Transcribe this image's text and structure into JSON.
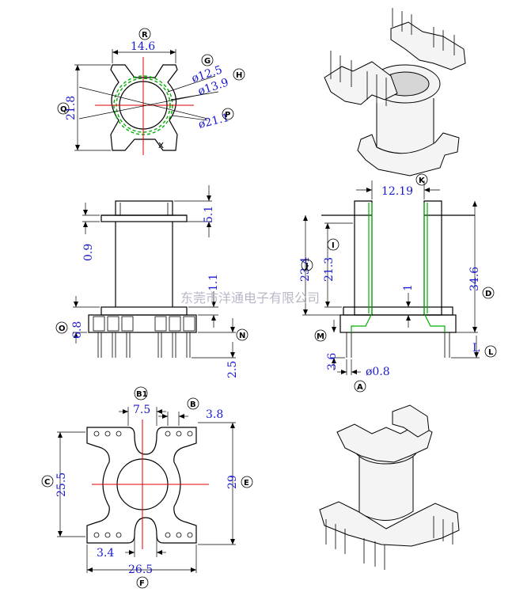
{
  "top_view": {
    "width_dim": "14.6",
    "height_dim": "21.8",
    "dia_g": "ø12.5",
    "dia_h": "ø13.9",
    "dia_p": "ø21.1",
    "x_mark": "x",
    "labels": {
      "r": "R",
      "q": "Q",
      "g": "G",
      "h": "H",
      "p": "P"
    }
  },
  "side_view": {
    "dim_top": "5.1",
    "dim_flange": "0.9",
    "dim_step": "1.1",
    "dim_base": "6.8",
    "dim_pin": "2.5",
    "labels": {
      "o": "O",
      "n": "N"
    }
  },
  "section_view": {
    "dim_inner_width": "12.19",
    "dim_winding": "23.4",
    "dim_window": "21.3",
    "dim_total": "34.6",
    "dim_base_step": "1",
    "dim_pin_len": "3.6",
    "dim_pin_dia": "ø0.8",
    "dim_l": "L",
    "labels": {
      "k": "K",
      "i": "I",
      "j": "J",
      "d": "D",
      "m": "M",
      "l": "L",
      "a": "A"
    }
  },
  "bottom_view": {
    "dim_pitch": "7.5",
    "dim_offset": "3.8",
    "dim_height": "25.5",
    "dim_total_height": "29",
    "dim_slot": "3.4",
    "dim_width": "26.5",
    "labels": {
      "b1": "B1",
      "b": "B",
      "c": "C",
      "e": "E",
      "f": "F"
    }
  },
  "watermark": "东莞市洋通电子有限公司",
  "colors": {
    "dimension_text": "#1a1ad0",
    "centerline": "#e00000",
    "section": "#00b000"
  }
}
